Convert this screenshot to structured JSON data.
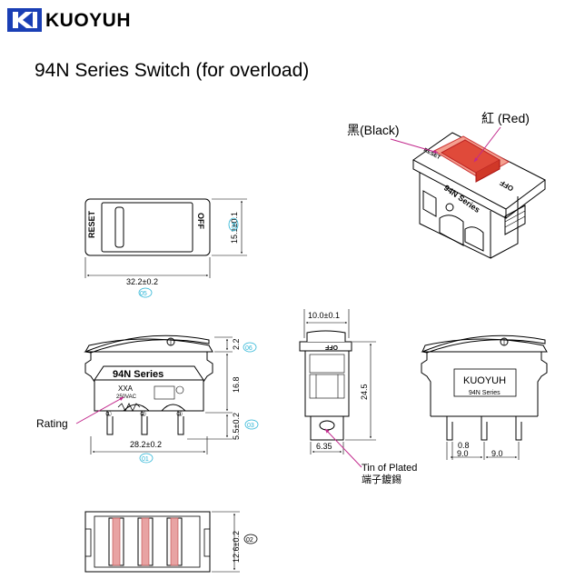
{
  "header": {
    "brand": "KUOYUH",
    "title": "94N Series Switch (for overload)"
  },
  "top_view": {
    "left_label": "RESET",
    "right_label": "OFF",
    "dim_height": "15.1±0.1",
    "dim_height_ref": "04",
    "dim_width": "32.2±0.2",
    "dim_width_ref": "05"
  },
  "iso_view": {
    "black_label": "黑(Black)",
    "red_label": "紅 (Red)",
    "body_text": "94N Series",
    "rocker_text": "RESET",
    "off_text": "OFF"
  },
  "front_view": {
    "series": "94N Series",
    "model": "XXA",
    "rating_text": "250VAC",
    "pins": [
      "①",
      "②",
      "③"
    ],
    "rating_label": "Rating",
    "dim_top": "2.2",
    "dim_top_ref": "06",
    "dim_mid": "16.8",
    "dim_low": "5.5±0.2",
    "dim_low_ref": "03",
    "dim_bottom": "28.2±0.2",
    "dim_bottom_ref": "01"
  },
  "side_view": {
    "dim_top": "10.0±0.1",
    "dim_height": "24.5",
    "dim_bottom": "6.35",
    "off_text": "OFF",
    "tin_label_line1": "Tin of Plated",
    "tin_label_line2": "端子鍍錫"
  },
  "back_view": {
    "brand": "KUOYUH",
    "series": "94N  Series",
    "dim_terminal": "0.8",
    "dim_pitch1": "9.0",
    "dim_pitch2": "9.0"
  },
  "bottom_view": {
    "dim_height": "12.6±0.2",
    "dim_ref": "02"
  },
  "colors": {
    "dimension_cyan": "#2cb5d6",
    "callout_magenta": "#c2288c",
    "rocker_red": "#e04a3a",
    "brand_blue": "#1a3fb5"
  }
}
